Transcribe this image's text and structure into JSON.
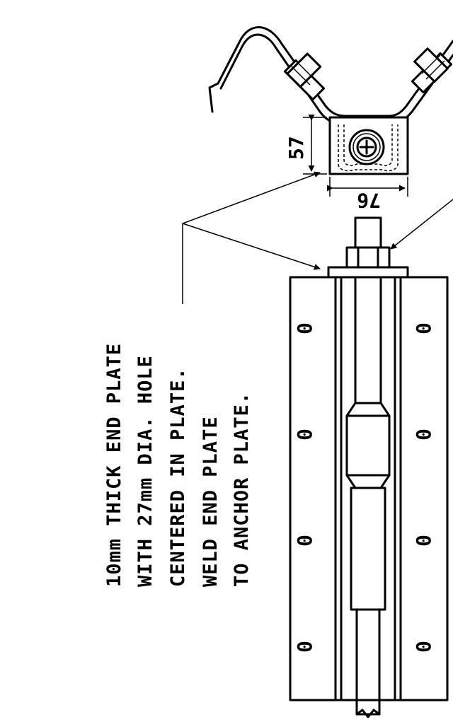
{
  "note": {
    "lines": [
      "10mm THICK END PLATE",
      "WITH 27mm DIA. HOLE",
      "CENTERED IN PLATE.",
      "WELD END PLATE",
      "TO ANCHOR PLATE."
    ]
  },
  "dimensions": {
    "height": "57",
    "width": "76"
  },
  "slot_symbols": [
    "0",
    "0",
    "0",
    "0",
    "0",
    "0",
    "0",
    "0"
  ]
}
